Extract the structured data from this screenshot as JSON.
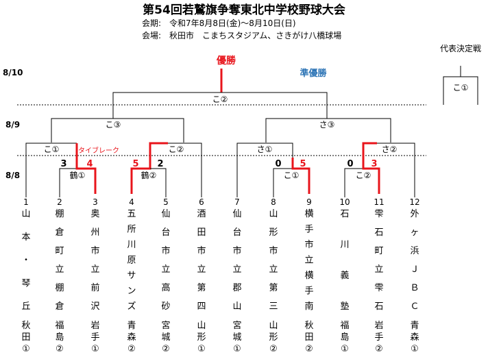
{
  "title": "第54回若鷲旗争奪東北中学校野球大会",
  "period": "会期:　令和7年8月8日(金)～8月10日(日)",
  "venue": "会場:　秋田市　こまちスタジアム、さきがけ八橋球場",
  "dates": [
    "8/10",
    "8/9",
    "8/8"
  ],
  "champion_label": "優勝",
  "runnerup_label": "準優勝",
  "playoff_title": "代表決定戦",
  "playoff_game": "こ①",
  "tiebreak": "タイブレーク",
  "games": {
    "final": "こ②",
    "semi_left": "こ③",
    "semi_right": "さ③",
    "qf_1": "こ①",
    "qf_2": "こ②",
    "qf_3": "さ①",
    "qf_4": "さ②",
    "r1_1": "鶴①",
    "r1_2": "鶴②",
    "r1_3": "こ①",
    "r1_4": "こ②"
  },
  "scores": {
    "r1_1": [
      "3",
      "4"
    ],
    "r1_2": [
      "5",
      "2"
    ],
    "r1_3": [
      "0",
      "5"
    ],
    "r1_4": [
      "0",
      "3"
    ]
  },
  "teams": [
    {
      "num": "1",
      "chars": [
        "山",
        "本",
        "・",
        "琴",
        "丘"
      ],
      "pref": [
        "秋",
        "田",
        "①"
      ]
    },
    {
      "num": "2",
      "chars": [
        "棚",
        "倉",
        "町",
        "立",
        "棚",
        "倉"
      ],
      "pref": [
        "福",
        "島",
        "②"
      ]
    },
    {
      "num": "3",
      "chars": [
        "奥",
        "州",
        "市",
        "立",
        "前",
        "沢"
      ],
      "pref": [
        "岩",
        "手",
        "①"
      ]
    },
    {
      "num": "4",
      "chars": [
        "五",
        "所",
        "川",
        "原",
        "サ",
        "ン",
        "ズ"
      ],
      "pref": [
        "青",
        "森",
        "②"
      ]
    },
    {
      "num": "5",
      "chars": [
        "仙",
        "台",
        "市",
        "立",
        "高",
        "砂"
      ],
      "pref": [
        "宮",
        "城",
        "②"
      ]
    },
    {
      "num": "6",
      "chars": [
        "酒",
        "田",
        "市",
        "立",
        "第",
        "四"
      ],
      "pref": [
        "山",
        "形",
        "①"
      ]
    },
    {
      "num": "7",
      "chars": [
        "仙",
        "台",
        "市",
        "立",
        "郡",
        "山"
      ],
      "pref": [
        "宮",
        "城",
        "①"
      ]
    },
    {
      "num": "8",
      "chars": [
        "山",
        "形",
        "市",
        "立",
        "第",
        "三"
      ],
      "pref": [
        "山",
        "形",
        "②"
      ]
    },
    {
      "num": "9",
      "chars": [
        "横",
        "手",
        "市",
        "立",
        "横",
        "手",
        "南"
      ],
      "pref": [
        "秋",
        "田",
        "②"
      ]
    },
    {
      "num": "10",
      "chars": [
        "石",
        "川",
        "義",
        "塾"
      ],
      "pref": [
        "福",
        "島",
        "①"
      ]
    },
    {
      "num": "11",
      "chars": [
        "雫",
        "石",
        "町",
        "立",
        "雫",
        "石"
      ],
      "pref": [
        "岩",
        "手",
        "②"
      ]
    },
    {
      "num": "12",
      "chars": [
        "外",
        "ヶ",
        "浜",
        "Ｊ",
        "Ｂ",
        "Ｃ"
      ],
      "pref": [
        "青",
        "森",
        "①"
      ]
    }
  ]
}
